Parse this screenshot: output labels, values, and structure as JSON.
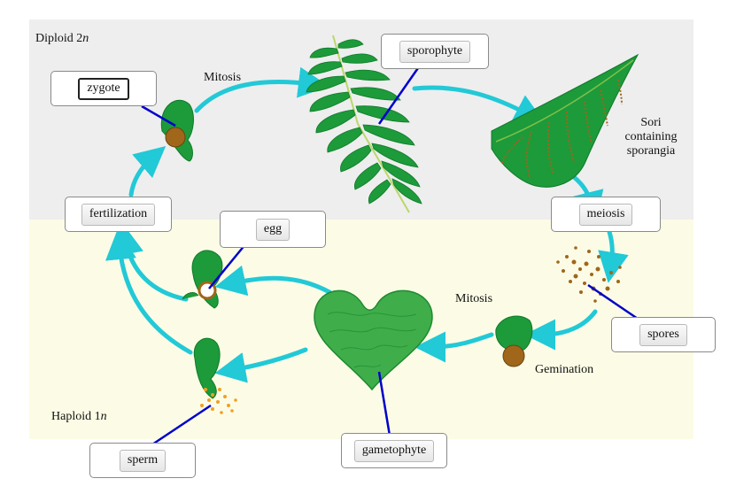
{
  "regions": {
    "diploid": {
      "text": "Diploid 2",
      "ploidy": "n"
    },
    "haploid": {
      "text": "Haploid 1",
      "ploidy": "n"
    }
  },
  "annotations": {
    "mitosis_top": "Mitosis",
    "mitosis_right": "Mitosis",
    "sori": [
      "Sori",
      "containing",
      "sporangia"
    ],
    "gemination": "Gemination"
  },
  "labels": {
    "sporophyte": "sporophyte",
    "zygote": "zygote",
    "fertilization": "fertilization",
    "egg": "egg",
    "meiosis": "meiosis",
    "spores": "spores",
    "gametophyte": "gametophyte",
    "sperm": "sperm"
  },
  "colors": {
    "diploid_bg": "#eeeeee",
    "haploid_bg": "#fcfce6",
    "arrow": "#22c9d6",
    "leader_line": "#0000cc",
    "plant_green": "#1d9a3a",
    "spore_brown": "#a0661a",
    "sperm_orange": "#f0a020"
  }
}
